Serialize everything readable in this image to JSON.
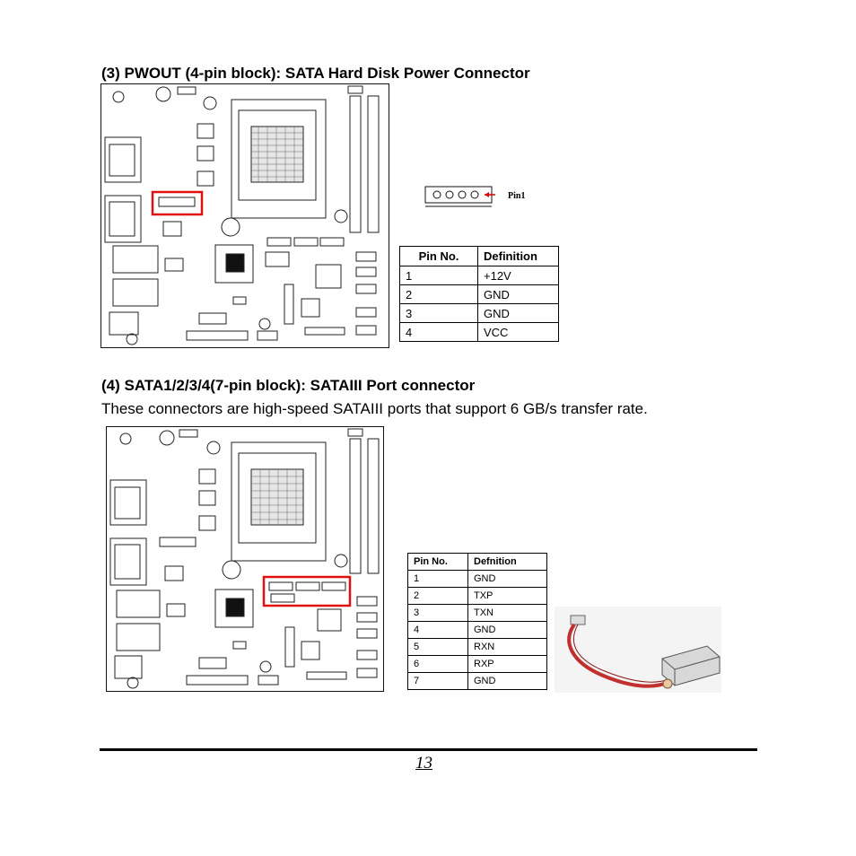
{
  "section3": {
    "heading": "(3) PWOUT (4-pin block): SATA Hard Disk Power Connector",
    "connector_label": "Pin1",
    "table": {
      "headers": [
        "Pin No.",
        "Definition"
      ],
      "rows": [
        [
          "1",
          "+12V"
        ],
        [
          "2",
          "GND"
        ],
        [
          "3",
          "GND"
        ],
        [
          "4",
          "VCC"
        ]
      ]
    }
  },
  "section4": {
    "heading": "(4) SATA1/2/3/4(7-pin block): SATAIII Port connector",
    "description": "These connectors are high-speed SATAIII ports that support 6 GB/s transfer rate.",
    "table": {
      "headers": [
        "Pin No.",
        "Defnition"
      ],
      "rows": [
        [
          "1",
          "GND"
        ],
        [
          "2",
          "TXP"
        ],
        [
          "3",
          "TXN"
        ],
        [
          "4",
          "GND"
        ],
        [
          "5",
          "RXN"
        ],
        [
          "6",
          "RXP"
        ],
        [
          "7",
          "GND"
        ]
      ]
    }
  },
  "footer": {
    "page_number": "13"
  },
  "colors": {
    "highlight": "#e01010",
    "cable": "#c0302e"
  }
}
